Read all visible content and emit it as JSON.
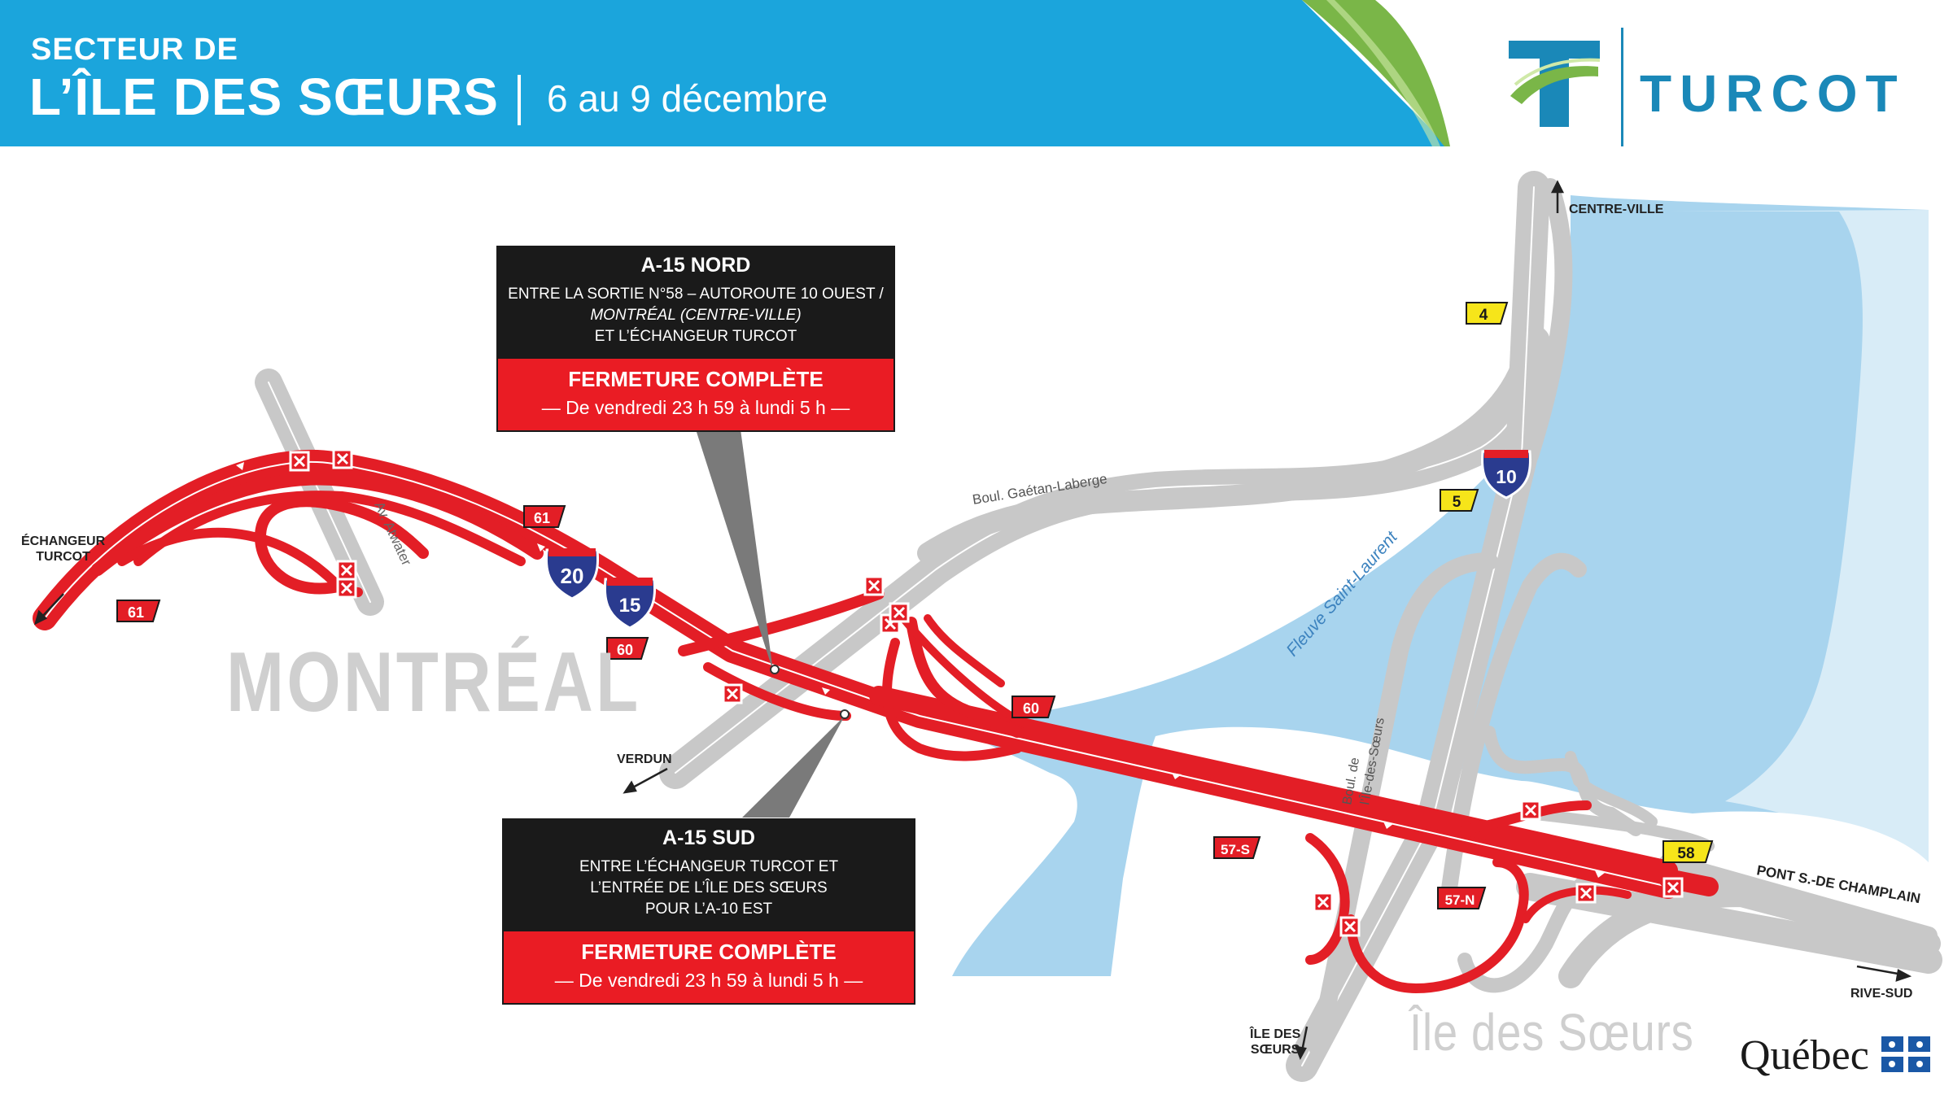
{
  "header": {
    "subtitle": "SECTEUR DE",
    "title": "L’ÎLE DES SŒURS",
    "dates": "6 au 9 décembre",
    "brand": "TURCOT",
    "colors": {
      "banner": "#1ba5dc",
      "green": "#7ab648",
      "brand": "#1a88b8"
    }
  },
  "map": {
    "places": {
      "montreal": "MONTRÉAL",
      "ile_des_soeurs": "Île des Sœurs"
    },
    "river": "Fleuve Saint-Laurent",
    "streets": {
      "atwater": "Av. Atwater",
      "gaetan": "Boul. Gaétan-Laberge",
      "boul_ids_1": "Boul. de",
      "boul_ids_2": "l’Île-des-Sœurs"
    },
    "destinations": {
      "echangeur_1": "ÉCHANGEUR",
      "echangeur_2": "TURCOT",
      "verdun": "VERDUN",
      "centre_ville": "CENTRE-VILLE",
      "pont": "PONT S.-DE CHAMPLAIN",
      "rive_sud": "RIVE-SUD",
      "ile_1": "ÎLE DES",
      "ile_2": "SŒURS"
    },
    "shields": {
      "i20": "20",
      "i15": "15",
      "i10": "10"
    },
    "yellow_exits": {
      "e4": "4",
      "e5": "5",
      "e58": "58"
    },
    "red_exits": {
      "e61a": "61",
      "e61b": "61",
      "e60a": "60",
      "e60b": "60",
      "e57s": "57-S",
      "e57n": "57-N"
    },
    "colors": {
      "closed_road": "#e31e26",
      "open_road": "#c8c8c8",
      "water": "#a8d4ee"
    }
  },
  "callout_north": {
    "title": "A-15 NORD",
    "line1": "ENTRE LA SORTIE N°58 – AUTOROUTE 10 OUEST /",
    "line2": "MONTRÉAL (CENTRE-VILLE)",
    "line3": "ET L’ÉCHANGEUR TURCOT",
    "status": "FERMETURE COMPLÈTE",
    "period": "— De vendredi 23 h 59 à lundi 5 h —"
  },
  "callout_south": {
    "title": "A-15 SUD",
    "line1": "ENTRE L’ÉCHANGEUR TURCOT ET",
    "line2": "L’ENTRÉE DE L’ÎLE DES SŒURS",
    "line3": "POUR L’A-10 EST",
    "status": "FERMETURE COMPLÈTE",
    "period": "— De vendredi 23 h 59 à lundi 5 h —"
  },
  "footer": {
    "quebec": "Québec"
  }
}
